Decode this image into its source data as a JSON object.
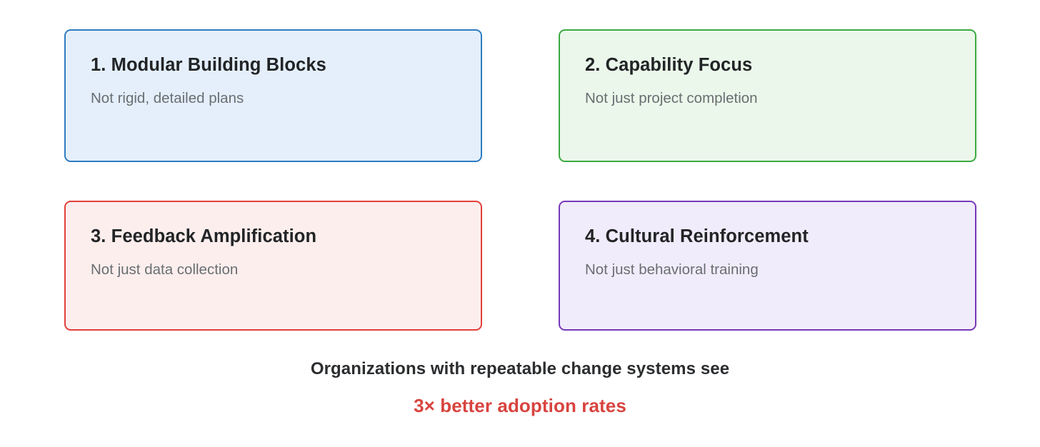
{
  "cards": [
    {
      "index": "1",
      "title": "1. Modular Building Blocks",
      "subtitle": "Not rigid, detailed plans",
      "border_color": "#2f7cc0",
      "fill_color": "#e4effb",
      "accent_name": "blue"
    },
    {
      "index": "2",
      "title": "2. Capability Focus",
      "subtitle": "Not just project completion",
      "border_color": "#3caa42",
      "fill_color": "#eaf7ea",
      "accent_name": "green"
    },
    {
      "index": "3",
      "title": "3. Feedback Amplification",
      "subtitle": "Not just data collection",
      "border_color": "#e0403a",
      "fill_color": "#fceeed",
      "accent_name": "red"
    },
    {
      "index": "4",
      "title": "4. Cultural Reinforcement",
      "subtitle": "Not just behavioral training",
      "border_color": "#7638b8",
      "fill_color": "#f1ecfb",
      "accent_name": "purple"
    }
  ],
  "footer": {
    "line1": "Organizations with repeatable change systems see",
    "line2": "3× better adoption rates",
    "line1_color": "#2b2d2f",
    "line2_color": "#d8443f"
  },
  "colors": {
    "background": "#ffffff",
    "title_text": "#222426",
    "subtitle_text": "#6a6e72"
  }
}
